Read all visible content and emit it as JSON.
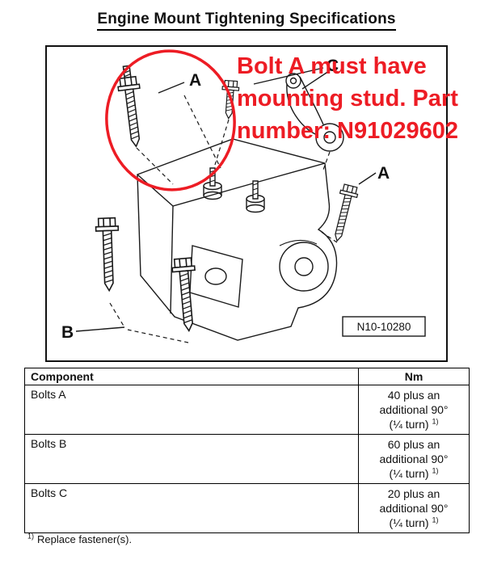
{
  "page": {
    "title": "Engine Mount Tightening Specifications"
  },
  "diagram": {
    "labels": {
      "bolt_a_top": "A",
      "bolt_c": "C",
      "bolt_a_right": "A",
      "bolt_b": "B"
    },
    "figure_number": "N10-10280"
  },
  "annotation": {
    "color": "#ed1c24",
    "lines": [
      "Bolt A must have",
      "mounting stud. Part",
      "number: N91029602"
    ]
  },
  "table": {
    "headers": {
      "component": "Component",
      "nm": "Nm"
    },
    "rows": [
      {
        "component": "Bolts A",
        "nm_lines": [
          "40 plus an",
          "additional 90°"
        ],
        "nm_last": "(¼ turn)",
        "footnote_ref": "1)"
      },
      {
        "component": "Bolts B",
        "nm_lines": [
          "60 plus an",
          "additional 90°"
        ],
        "nm_last": "(¼ turn)",
        "footnote_ref": "1)"
      },
      {
        "component": "Bolts C",
        "nm_lines": [
          "20 plus an",
          "additional 90°"
        ],
        "nm_last": "(¼ turn)",
        "footnote_ref": "1)"
      }
    ]
  },
  "footnote": {
    "marker": "1)",
    "text": "Replace fastener(s)."
  }
}
